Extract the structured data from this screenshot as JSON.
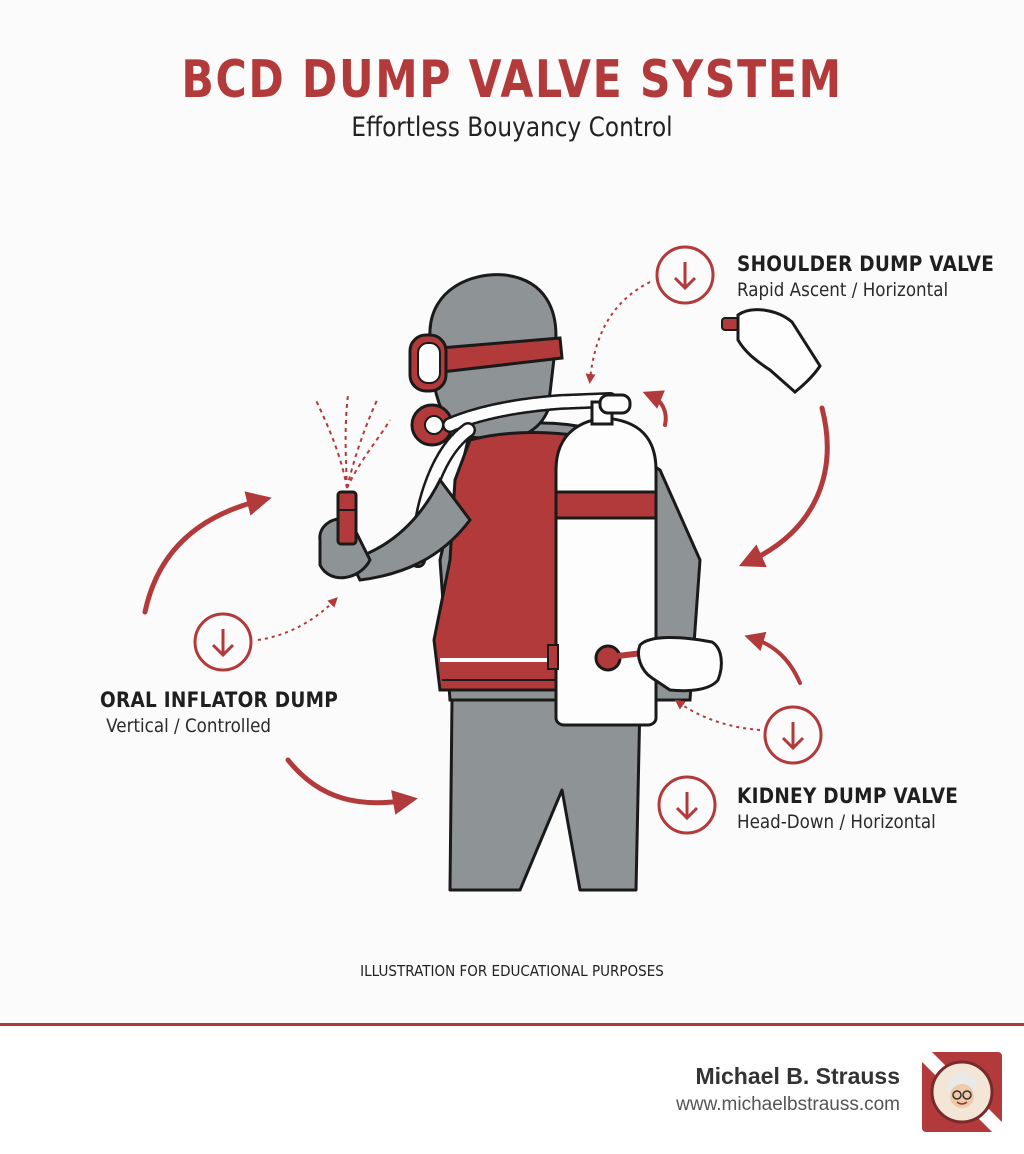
{
  "title": "BCD DUMP VALVE SYSTEM",
  "subtitle": "Effortless Bouyancy Control",
  "valves": {
    "shoulder": {
      "name": "SHOULDER DUMP VALVE",
      "desc": "Rapid Ascent / Horizontal"
    },
    "oral": {
      "name": "ORAL INFLATOR DUMP",
      "desc": "Vertical / Controlled"
    },
    "kidney": {
      "name": "KIDNEY DUMP VALVE",
      "desc": "Head-Down / Horizontal"
    }
  },
  "note": "ILLUSTRATION FOR EDUCATIONAL PURPOSES",
  "footer": {
    "author": "Michael B. Strauss",
    "url": "www.michaelbstrauss.com"
  },
  "colors": {
    "accent": "#b23a3a",
    "body": "#8e9396",
    "outline": "#1a1a1a"
  }
}
